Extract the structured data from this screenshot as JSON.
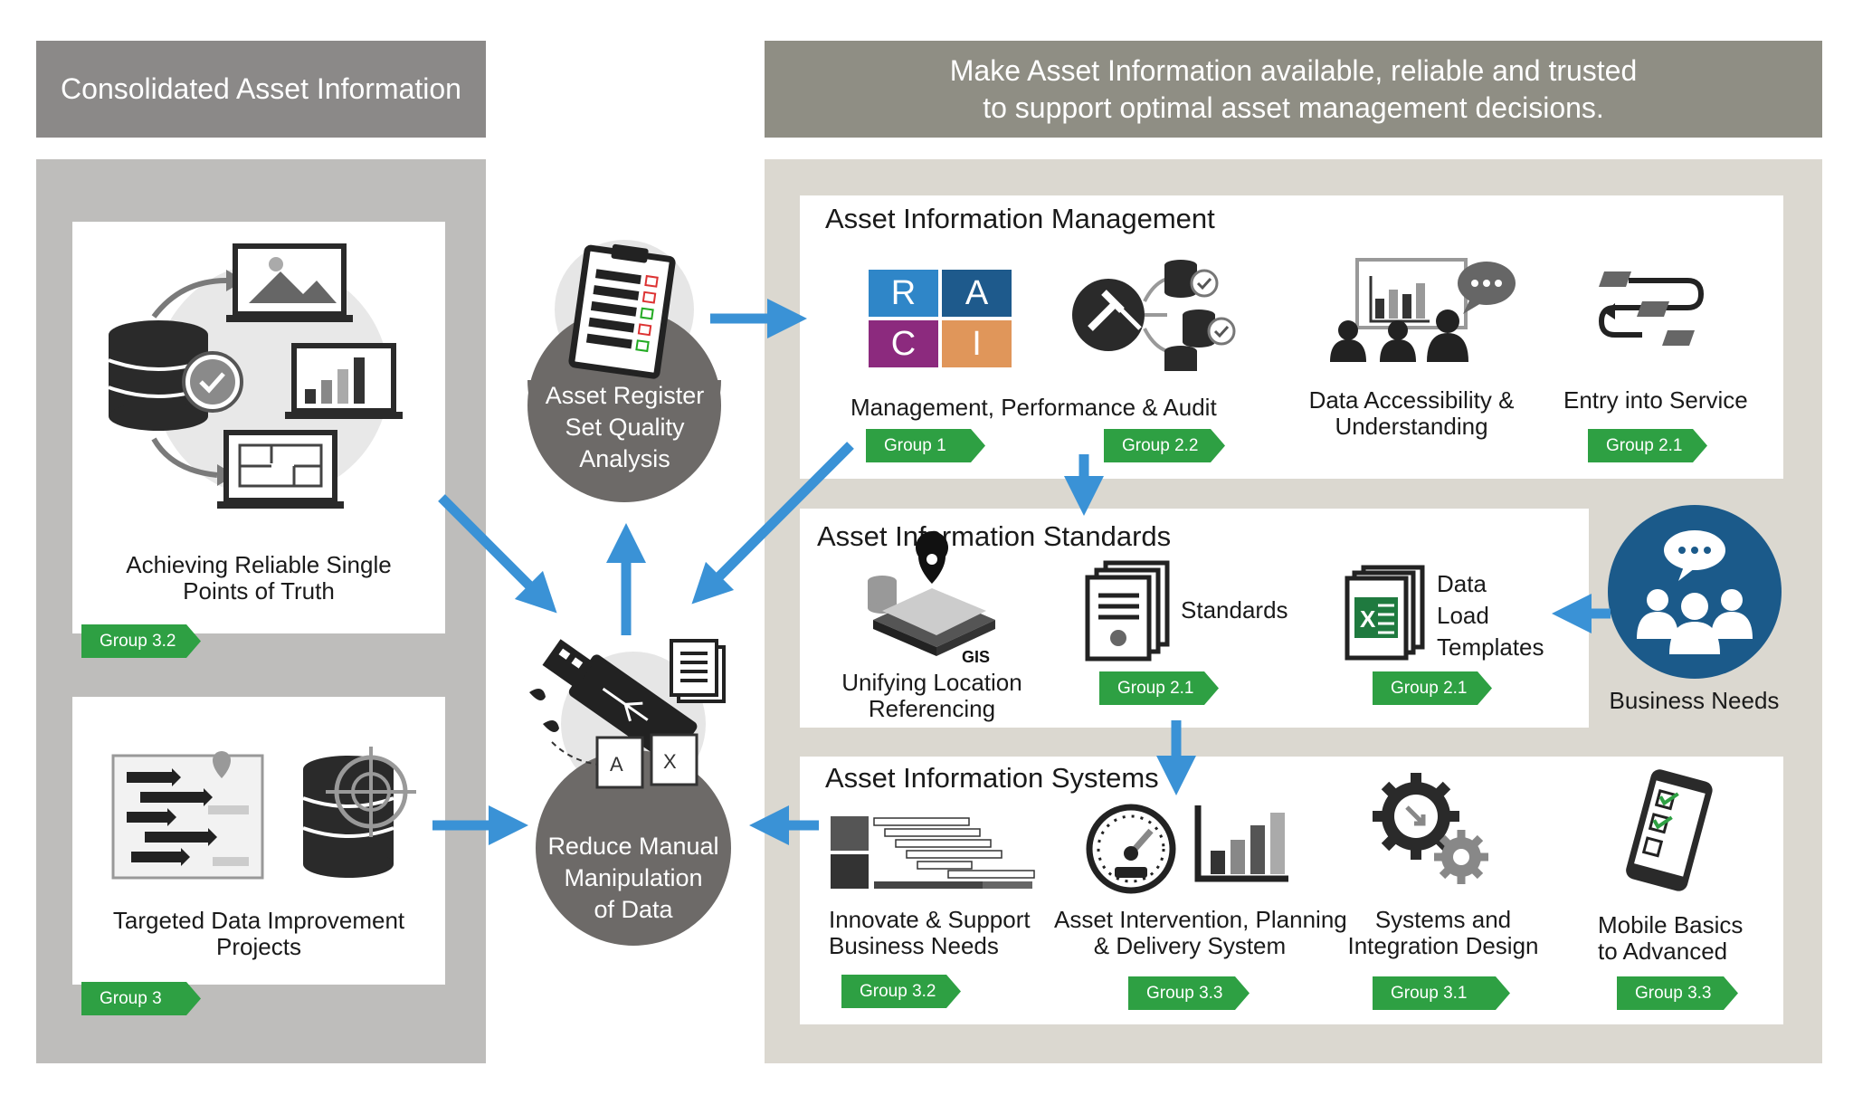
{
  "left_header": "Consolidated Asset Information",
  "right_header": {
    "line1": "Make Asset Information available, reliable and trusted",
    "line2": "to support optimal asset management decisions."
  },
  "left_cards": [
    {
      "label_line1": "Achieving Reliable Single",
      "label_line2": "Points of Truth",
      "tag": "Group 3.2"
    },
    {
      "label_line1": "Targeted Data Improvement",
      "label_line2": "Projects",
      "tag": "Group 3"
    }
  ],
  "center": {
    "register": {
      "line1": "Asset Register",
      "line2": "Set Quality",
      "line3": "Analysis"
    },
    "reduce": {
      "line1": "Reduce Manual",
      "line2": "Manipulation",
      "line3": "of Data"
    }
  },
  "aim": {
    "title": "Asset Information Management",
    "raci": [
      "R",
      "A",
      "C",
      "I"
    ],
    "mgmt_label": "Management, Performance & Audit",
    "tag_group1": "Group 1",
    "tag_group22": "Group 2.2",
    "data_access": {
      "line1": "Data Accessibility &",
      "line2": "Understanding"
    },
    "entry_service": {
      "label": "Entry into Service",
      "tag": "Group 2.1"
    }
  },
  "ais": {
    "title": "Asset Information Standards",
    "unifying": {
      "line1": "Unifying Location",
      "line2": "Referencing",
      "gis": "GIS"
    },
    "standards": {
      "label": "Standards",
      "tag": "Group 2.1"
    },
    "templates": {
      "line1": "Data",
      "line2": "Load",
      "line3": "Templates",
      "tag": "Group 2.1"
    }
  },
  "business_needs": "Business Needs",
  "asys": {
    "title": "Asset Information Systems",
    "items": [
      {
        "line1": "Innovate & Support",
        "line2": "Business Needs",
        "tag": "Group 3.2"
      },
      {
        "line1": "Asset Intervention, Planning",
        "line2": "& Delivery System",
        "tag": "Group 3.3"
      },
      {
        "line1": "Systems and",
        "line2": "Integration Design",
        "tag": "Group 3.1"
      },
      {
        "line1": "Mobile Basics",
        "line2": "to Advanced",
        "tag": "Group 3.3"
      }
    ]
  },
  "colors": {
    "header_left": "#8b8988",
    "header_right": "#8f8e84",
    "panel_left": "#bebdbb",
    "panel_right": "#dbd8d0",
    "arrow_blue": "#3a92d6",
    "tag_green": "#2ea043",
    "circle_gray": "#6d6a68",
    "business_blue": "#1b5a8a",
    "raci_r": "#2f86c8",
    "raci_a": "#1e5a8c",
    "raci_c": "#8c2a7e",
    "raci_i": "#e0965a"
  },
  "icons": [
    "database-check-icon",
    "laptop-image-icon",
    "laptop-chart-icon",
    "laptop-floorplan-icon",
    "gantt-chart-icon",
    "database-target-icon",
    "clipboard-checklist-icon",
    "usb-drive-icon",
    "footprints-icon",
    "document-stack-icon",
    "access-file-icon",
    "excel-file-icon",
    "gavel-databases-icon",
    "presentation-people-icon",
    "process-flow-icon",
    "gis-map-icon",
    "certificate-documents-icon",
    "excel-templates-icon",
    "business-people-chat-icon",
    "process-table-icon",
    "gauge-icon",
    "bar-chart-icon",
    "gears-icon",
    "mobile-checklist-icon"
  ]
}
